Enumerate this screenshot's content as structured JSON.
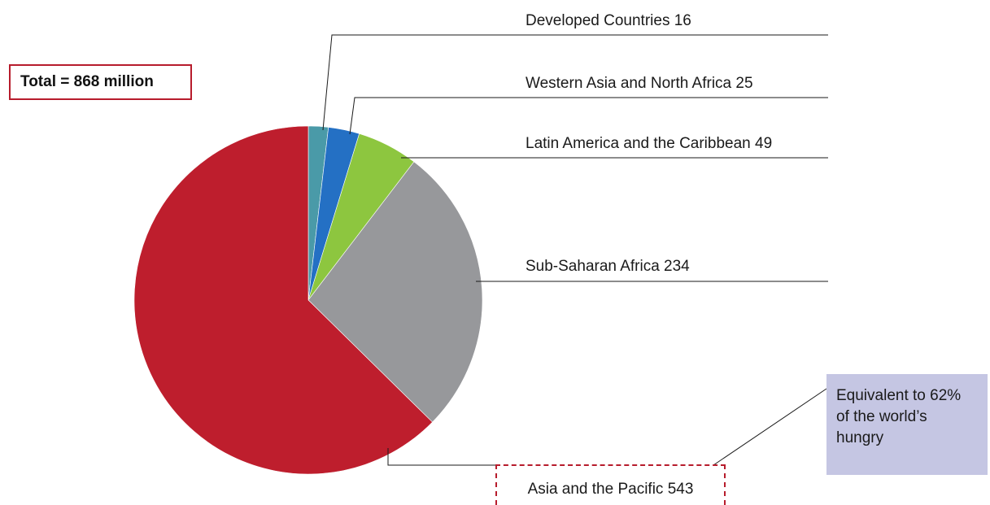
{
  "total_label": "Total = 868 million",
  "callout": "Equivalent to 62% of the world’s hungry",
  "chart_data": {
    "type": "pie",
    "title": "",
    "unit": "million",
    "total": 868,
    "slices": [
      {
        "name": "Developed Countries",
        "value": 16,
        "color": "#4a9aa8",
        "label": "Developed Countries 16"
      },
      {
        "name": "Western Asia and North Africa",
        "value": 25,
        "color": "#2470c4",
        "label": "Western Asia and North Africa 25"
      },
      {
        "name": "Latin America and the Caribbean",
        "value": 49,
        "color": "#8dc63f",
        "label": "Latin America and the Caribbean 49"
      },
      {
        "name": "Sub-Saharan Africa",
        "value": 234,
        "color": "#97989b",
        "label": "Sub-Saharan Africa 234"
      },
      {
        "name": "Asia and the Pacific",
        "value": 543,
        "color": "#be1e2d",
        "label": "Asia and the Pacific 543"
      }
    ]
  }
}
